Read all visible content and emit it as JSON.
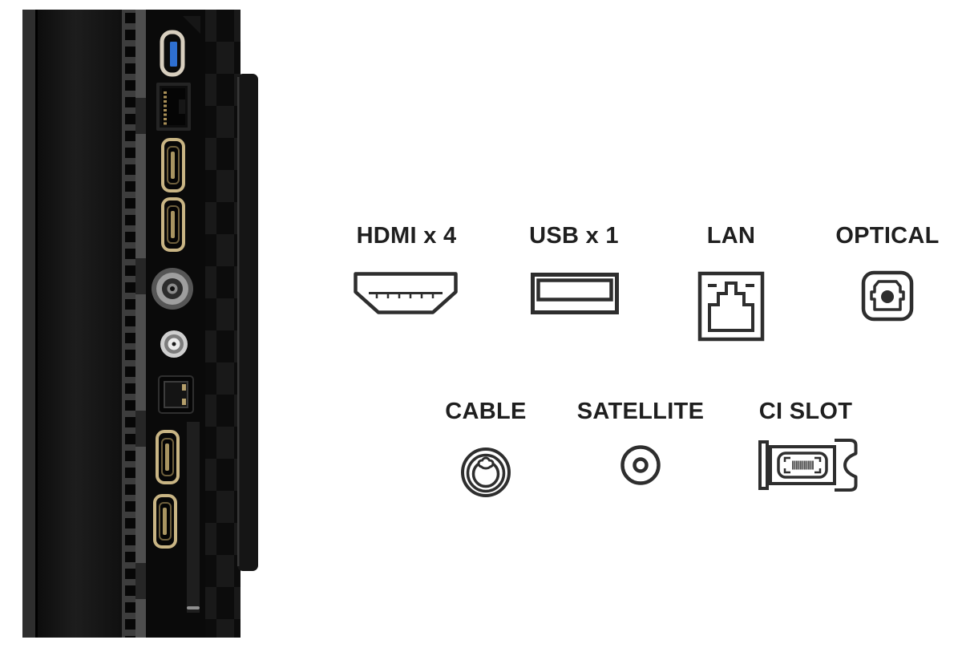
{
  "page": {
    "background": "#ffffff"
  },
  "colors": {
    "icon_stroke": "#2e2e2e",
    "label_text": "#1f1f1f",
    "usb_blue": "#2e6fd0",
    "hdmi_gold": "#c9b584"
  },
  "photo": {
    "name": "tv-side-connection-panel",
    "depicted_ports": [
      "USB",
      "LAN",
      "HDMI",
      "HDMI",
      "CABLE",
      "SATELLITE",
      "OPTICAL",
      "HDMI",
      "HDMI",
      "CI SLOT"
    ]
  },
  "legend": {
    "hdmi": {
      "label": "HDMI x 4",
      "icon": "hdmi-port-icon"
    },
    "usb": {
      "label": "USB x 1",
      "icon": "usb-port-icon"
    },
    "lan": {
      "label": "LAN",
      "icon": "lan-port-icon"
    },
    "optical": {
      "label": "OPTICAL",
      "icon": "optical-port-icon"
    },
    "cable": {
      "label": "CABLE",
      "icon": "cable-port-icon"
    },
    "satellite": {
      "label": "SATELLITE",
      "icon": "satellite-port-icon"
    },
    "ci_slot": {
      "label": "CI SLOT",
      "icon": "ci-slot-icon"
    }
  }
}
